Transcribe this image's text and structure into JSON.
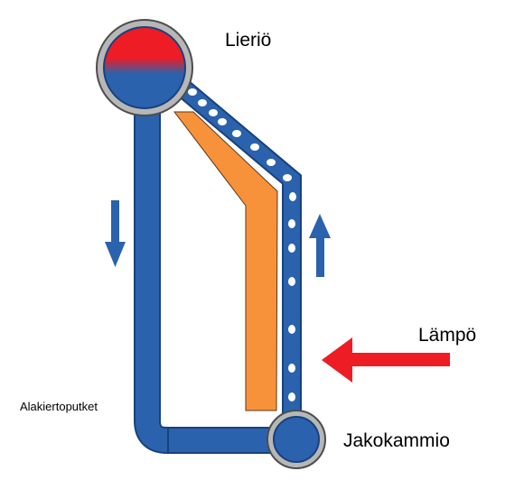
{
  "labels": {
    "drum": "Lieriö",
    "heat": "Lämpö",
    "header": "Jakokammio",
    "downcomer": "Alakiertoputket"
  },
  "colors": {
    "pipe": "#2a62ad",
    "pipe_outline": "#17427c",
    "shell": "#b7b7b7",
    "shell_outline": "#4d4d4d",
    "hot": "#ee1c24",
    "flue_plate": "#f7923a",
    "flow_arrow": "#2a62ad",
    "heat_arrow": "#ee1c24",
    "bubble": "#ffffff"
  }
}
